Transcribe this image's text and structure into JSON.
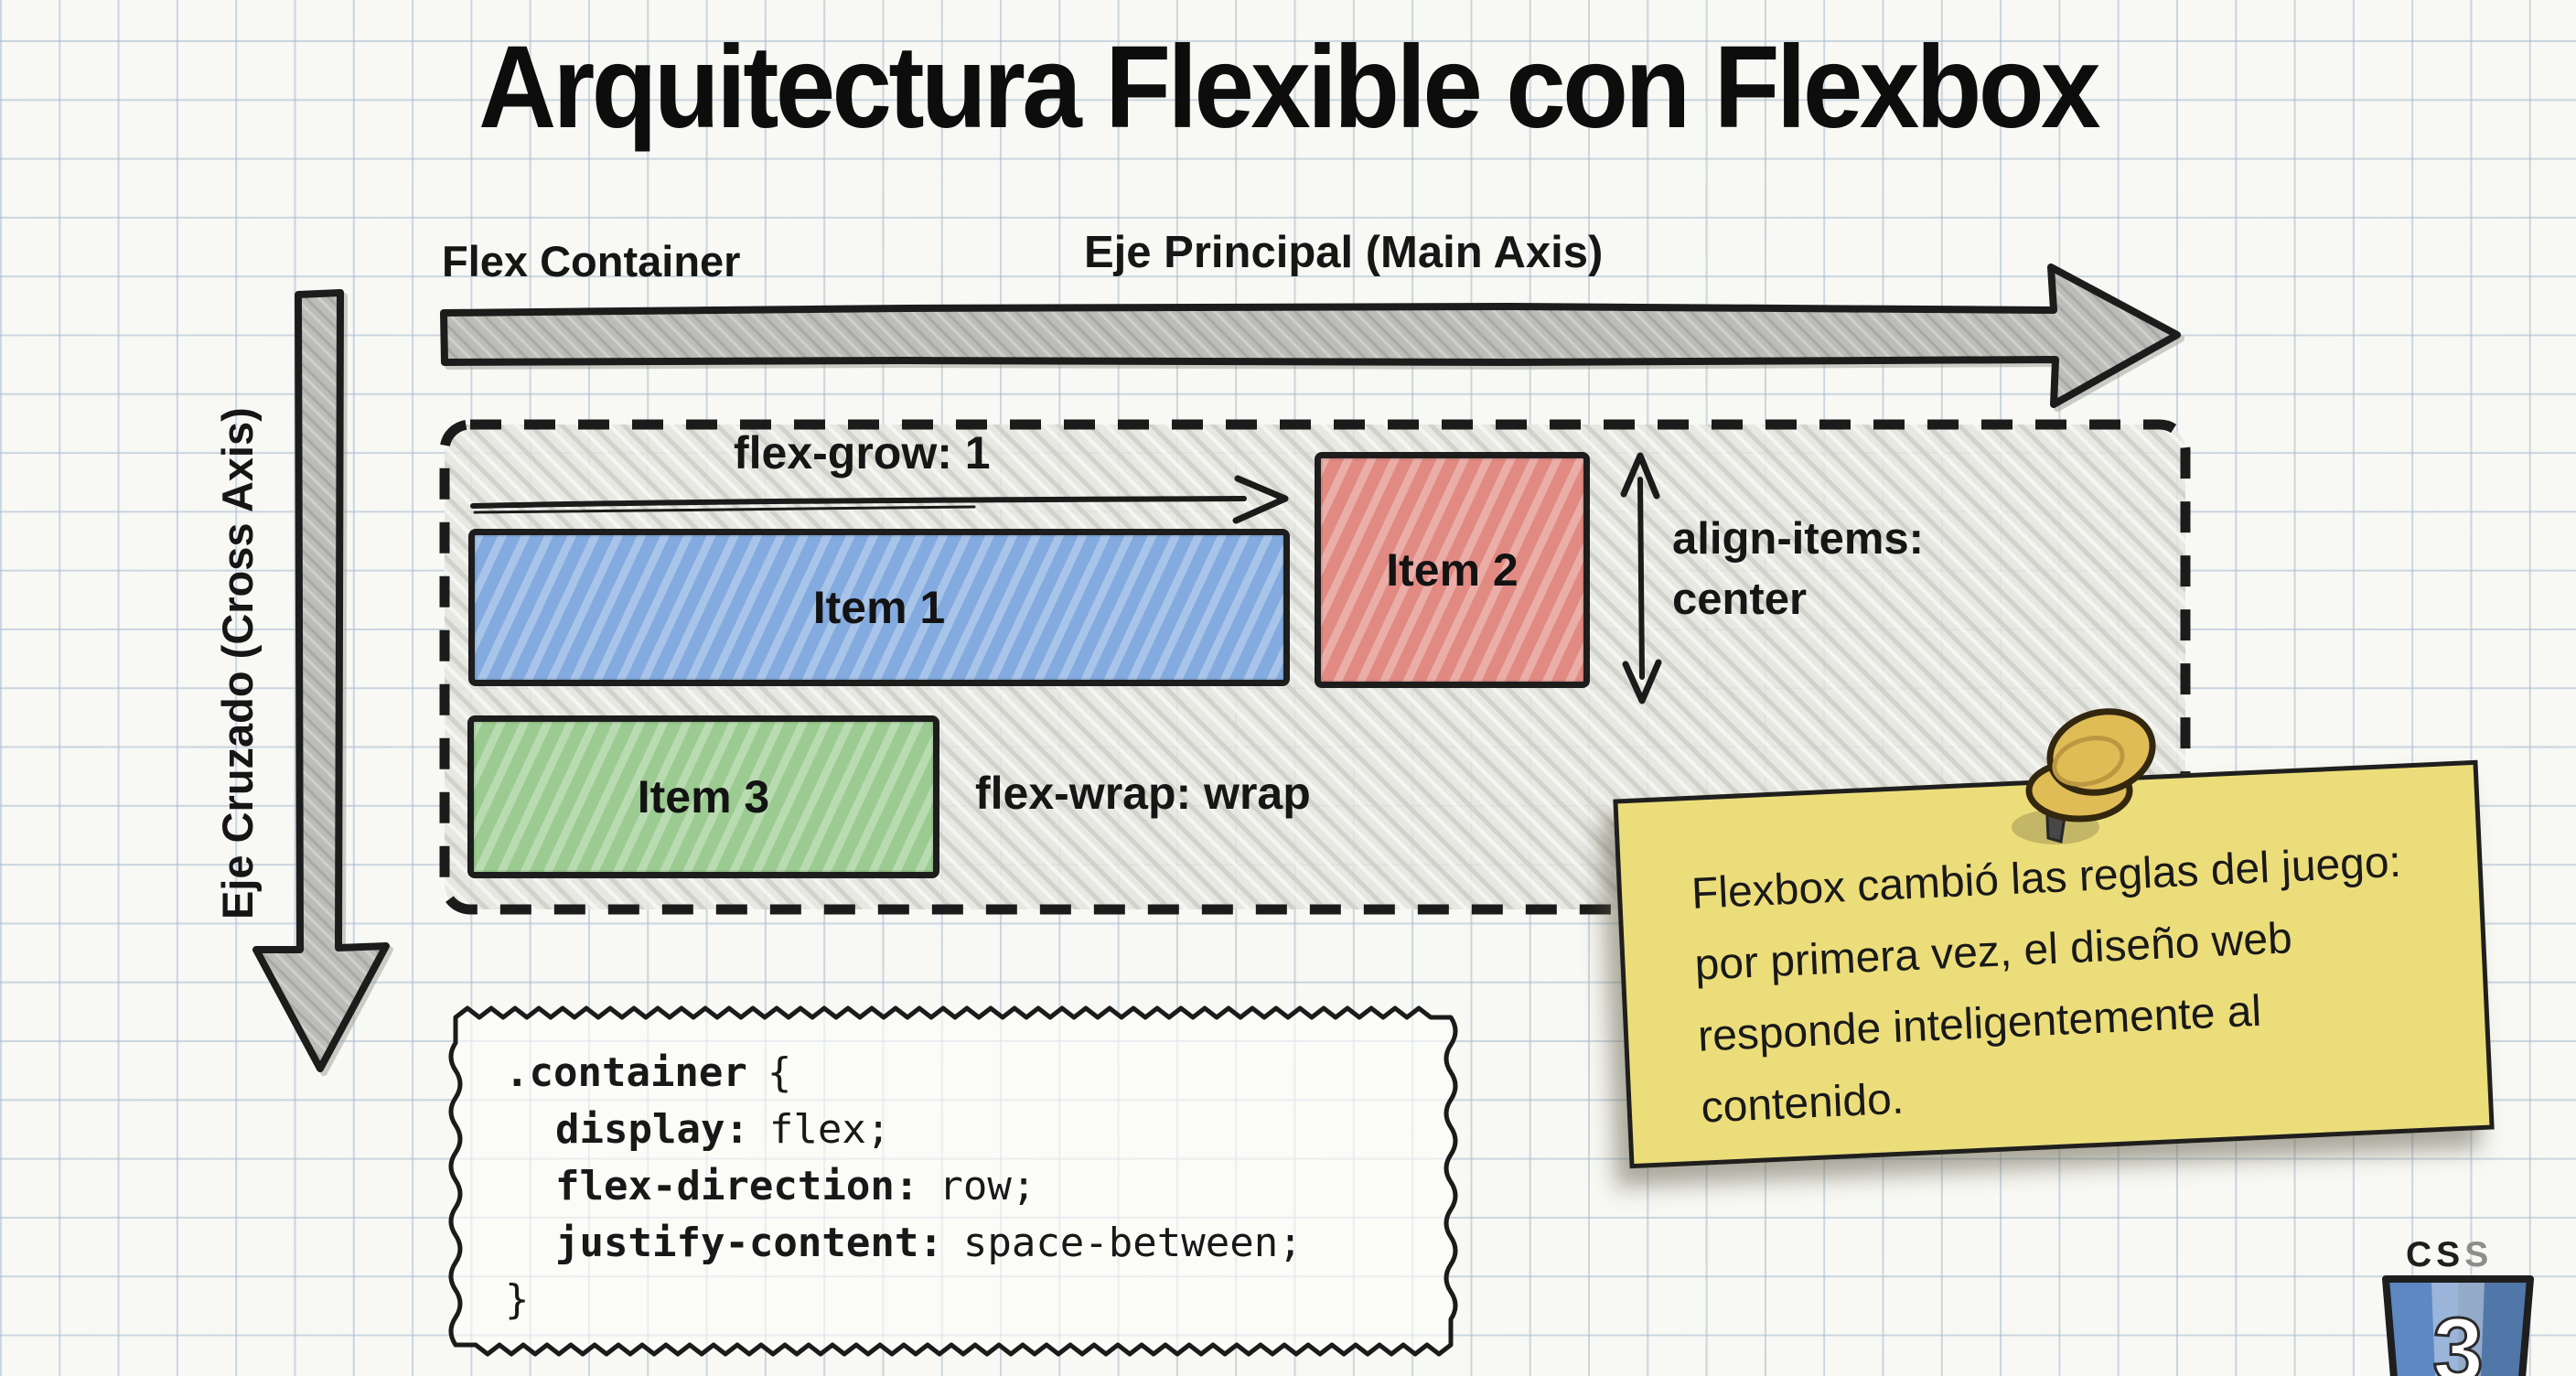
{
  "title": "Arquitectura Flexible con Flexbox",
  "diagram": {
    "flex_container_label": "Flex Container",
    "main_axis_label": "Eje Principal (Main Axis)",
    "cross_axis_label": "Eje Cruzado (Cross Axis)",
    "flex_grow_label": "flex-grow: 1",
    "align_items_line1": "align-items:",
    "align_items_line2": "center",
    "flex_wrap_label": "flex-wrap: wrap",
    "items": [
      {
        "label": "Item 1",
        "color": "#83abdf"
      },
      {
        "label": "Item 2",
        "color": "#e18a82"
      },
      {
        "label": "Item 3",
        "color": "#9bcb90"
      }
    ]
  },
  "code_block": {
    "selector": ".container",
    "open_brace": "{",
    "lines": [
      {
        "property": "display:",
        "value": "flex;"
      },
      {
        "property": "flex-direction:",
        "value": "row;"
      },
      {
        "property": "justify-content:",
        "value": "space-between;"
      }
    ],
    "close_brace": "}"
  },
  "sticky_note": {
    "lines": [
      "Flexbox cambió las reglas del juego:",
      "por primera vez, el diseño web",
      "responde inteligentemente al",
      "contenido."
    ]
  },
  "logo": {
    "text_dark": "CS",
    "text_light": "S",
    "version": "3"
  },
  "styles": {
    "item1_bg": "background-color:#83abdf",
    "item2_bg": "background-color:#e18a82",
    "item3_bg": "background-color:#9bcb90",
    "note_bg": "background-color:#ecdd7b"
  }
}
